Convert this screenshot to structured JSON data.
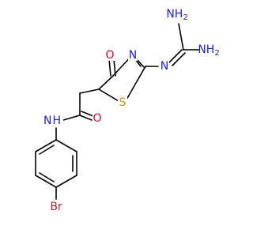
{
  "colors": {
    "background": "#ffffff",
    "carbon": "#000000",
    "nitrogen": "#1f1fdb",
    "oxygen": "#e8002a",
    "sulfur": "#b5a000",
    "bromine": "#a52a2a"
  },
  "atoms": {
    "o_ring": {
      "text": "O",
      "element": "oxygen"
    },
    "n_ring": {
      "text": "N",
      "element": "nitrogen"
    },
    "s_ring": {
      "text": "S",
      "element": "sulfur"
    },
    "n_exo": {
      "text": "N",
      "element": "nitrogen"
    },
    "nh2_top": {
      "text": "NH",
      "sub": "2",
      "element": "nitrogen"
    },
    "nh2_right": {
      "text": "NH",
      "sub": "2",
      "element": "nitrogen"
    },
    "nh_amide": {
      "text": "H",
      "prefix": "N",
      "element": "nitrogen"
    },
    "o_amide": {
      "text": "O",
      "element": "oxygen"
    },
    "br": {
      "text": "Br",
      "element": "bromine"
    }
  }
}
